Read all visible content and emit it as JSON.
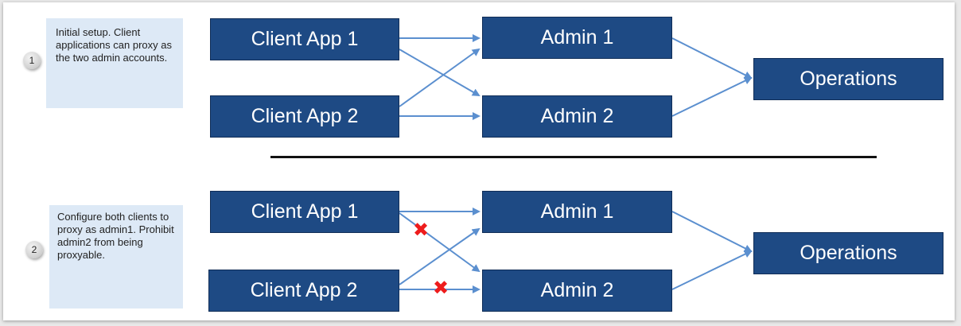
{
  "panel1": {
    "step": "1",
    "note": "Initial setup. Client applications can proxy as the two admin accounts.",
    "nodes": {
      "client1": "Client App 1",
      "client2": "Client App 2",
      "admin1": "Admin 1",
      "admin2": "Admin 2",
      "operations": "Operations"
    }
  },
  "panel2": {
    "step": "2",
    "note": "Configure both clients to proxy as admin1. Prohibit admin2 from being proxyable.",
    "nodes": {
      "client1": "Client App 1",
      "client2": "Client App 2",
      "admin1": "Admin 1",
      "admin2": "Admin 2",
      "operations": "Operations"
    }
  },
  "blocked_marker": "✖",
  "colors": {
    "node_fill": "#1e4a84",
    "arrow": "#5b8fcf",
    "note_fill": "#dde9f6",
    "blocked": "#ee1c1c"
  }
}
